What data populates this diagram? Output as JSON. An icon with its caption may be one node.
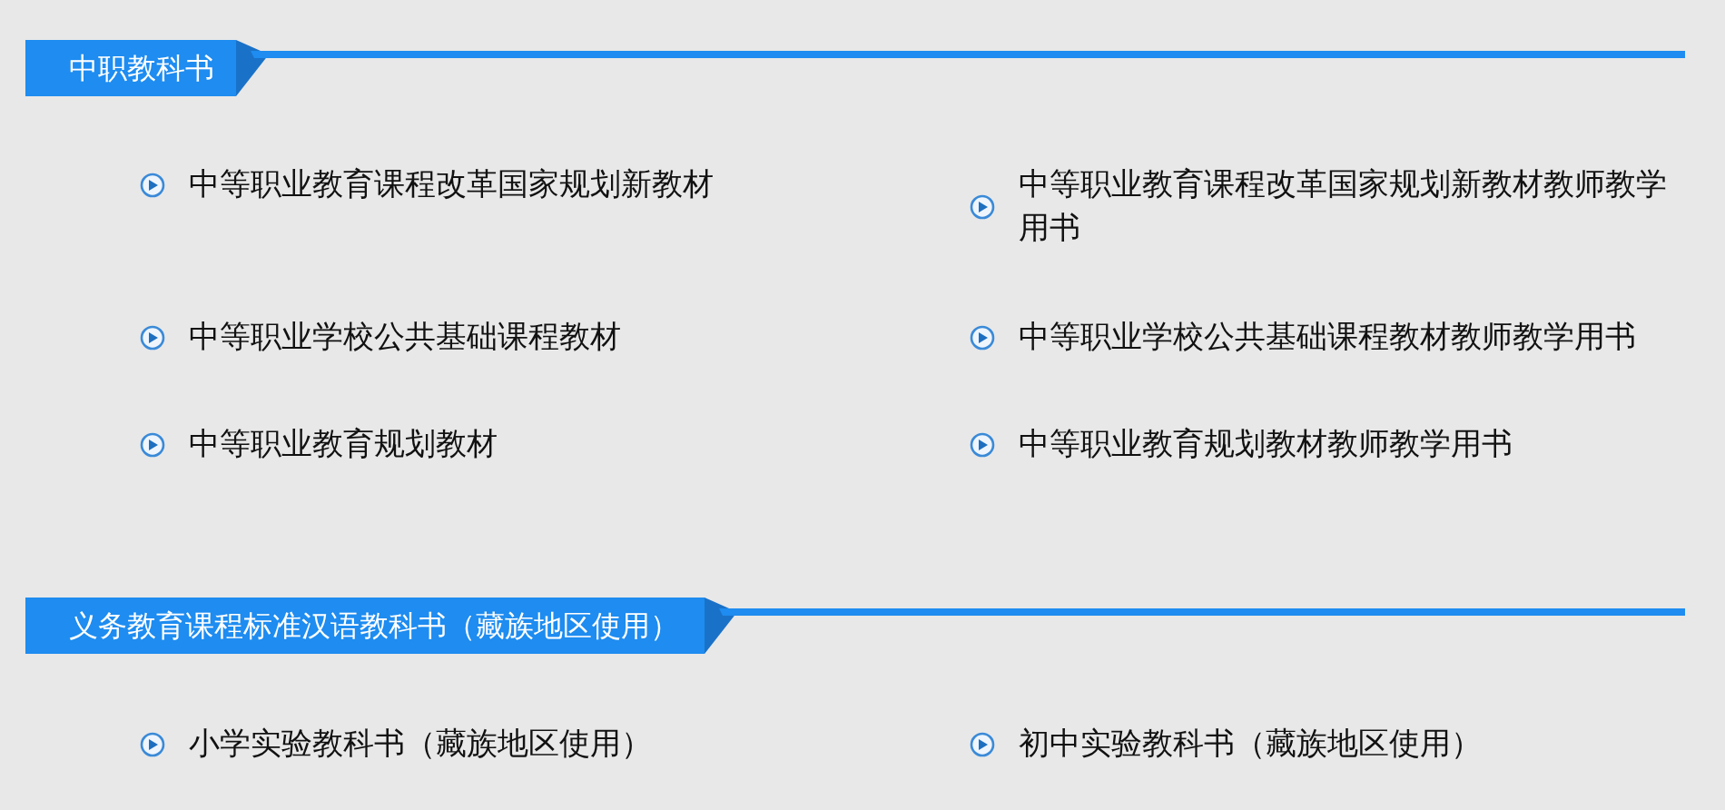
{
  "diagram": {
    "nodes": [
      {
        "text": [
          "中职教科书"
        ]
      },
      {
        "text": [
          "义务教育课程标准汉语教科书（藏族地区使用）"
        ]
      }
    ],
    "labels": [
      "中等职业教育课程改革国家规划新教材",
      "中等职业教育课程改革国家规划新教材教师教学用书",
      "中等职业学校公共基础课程教材",
      "中等职业学校公共基础课程教材教师教学用书",
      "中等职业教育规划教材",
      "中等职业教育规划教材教师教学用书",
      "小学实验教科书（藏族地区使用）",
      "初中实验教科书（藏族地区使用）"
    ]
  }
}
